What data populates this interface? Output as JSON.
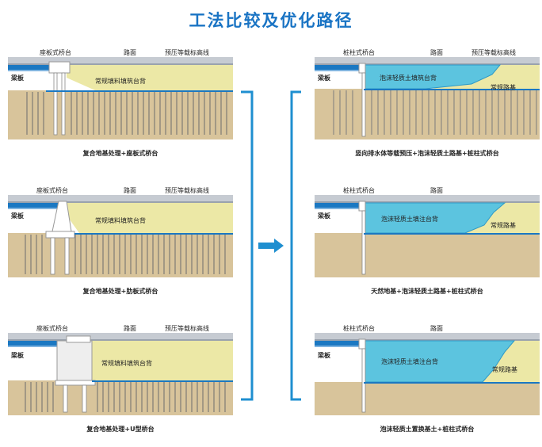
{
  "title": "工法比较及优化路径",
  "common": {
    "road_surface": "路面",
    "preload_line": "预压等载标高线",
    "beam_slab": "梁板"
  },
  "left_panels": [
    {
      "abutment_label": "座板式桥台",
      "fill_label": "常规填料填筑台背",
      "caption": "复合地基处理+座板式桥台"
    },
    {
      "abutment_label": "座板式桥台",
      "fill_label": "常规填料填筑台背",
      "caption": "复合地基处理+肋板式桥台"
    },
    {
      "abutment_label": "座板式桥台",
      "fill_label": "常规填料填筑台背",
      "caption": "复合地基处理+U型桥台"
    }
  ],
  "right_panels": [
    {
      "abutment_label": "桩柱式桥台",
      "foam_label": "泡沫轻质土填筑台背",
      "subgrade_label": "常规路基",
      "caption": "竖向排水体等载预压+泡沫轻质土路基+桩柱式桥台"
    },
    {
      "abutment_label": "桩柱式桥台",
      "foam_label": "泡沫轻质土填注台背",
      "subgrade_label": "常规路基",
      "caption": "天然地基+泡沫轻质土路基+桩柱式桥台"
    },
    {
      "abutment_label": "桩柱式桥台",
      "foam_label": "泡沫轻质土填注台背",
      "subgrade_label": "常规路基",
      "caption": "泡沫轻质土置换基土+桩柱式桥台"
    }
  ],
  "colors": {
    "title": "#1a74c4",
    "fill_yellow": "#ece8a6",
    "ground": "#d8c49b",
    "foam_cyan": "#5cc4df",
    "foam_edge": "#2c98c7",
    "road_gray": "#c6cbd2",
    "beam_blue": "#1b78c2",
    "bracket_blue": "#1f8fd0"
  }
}
